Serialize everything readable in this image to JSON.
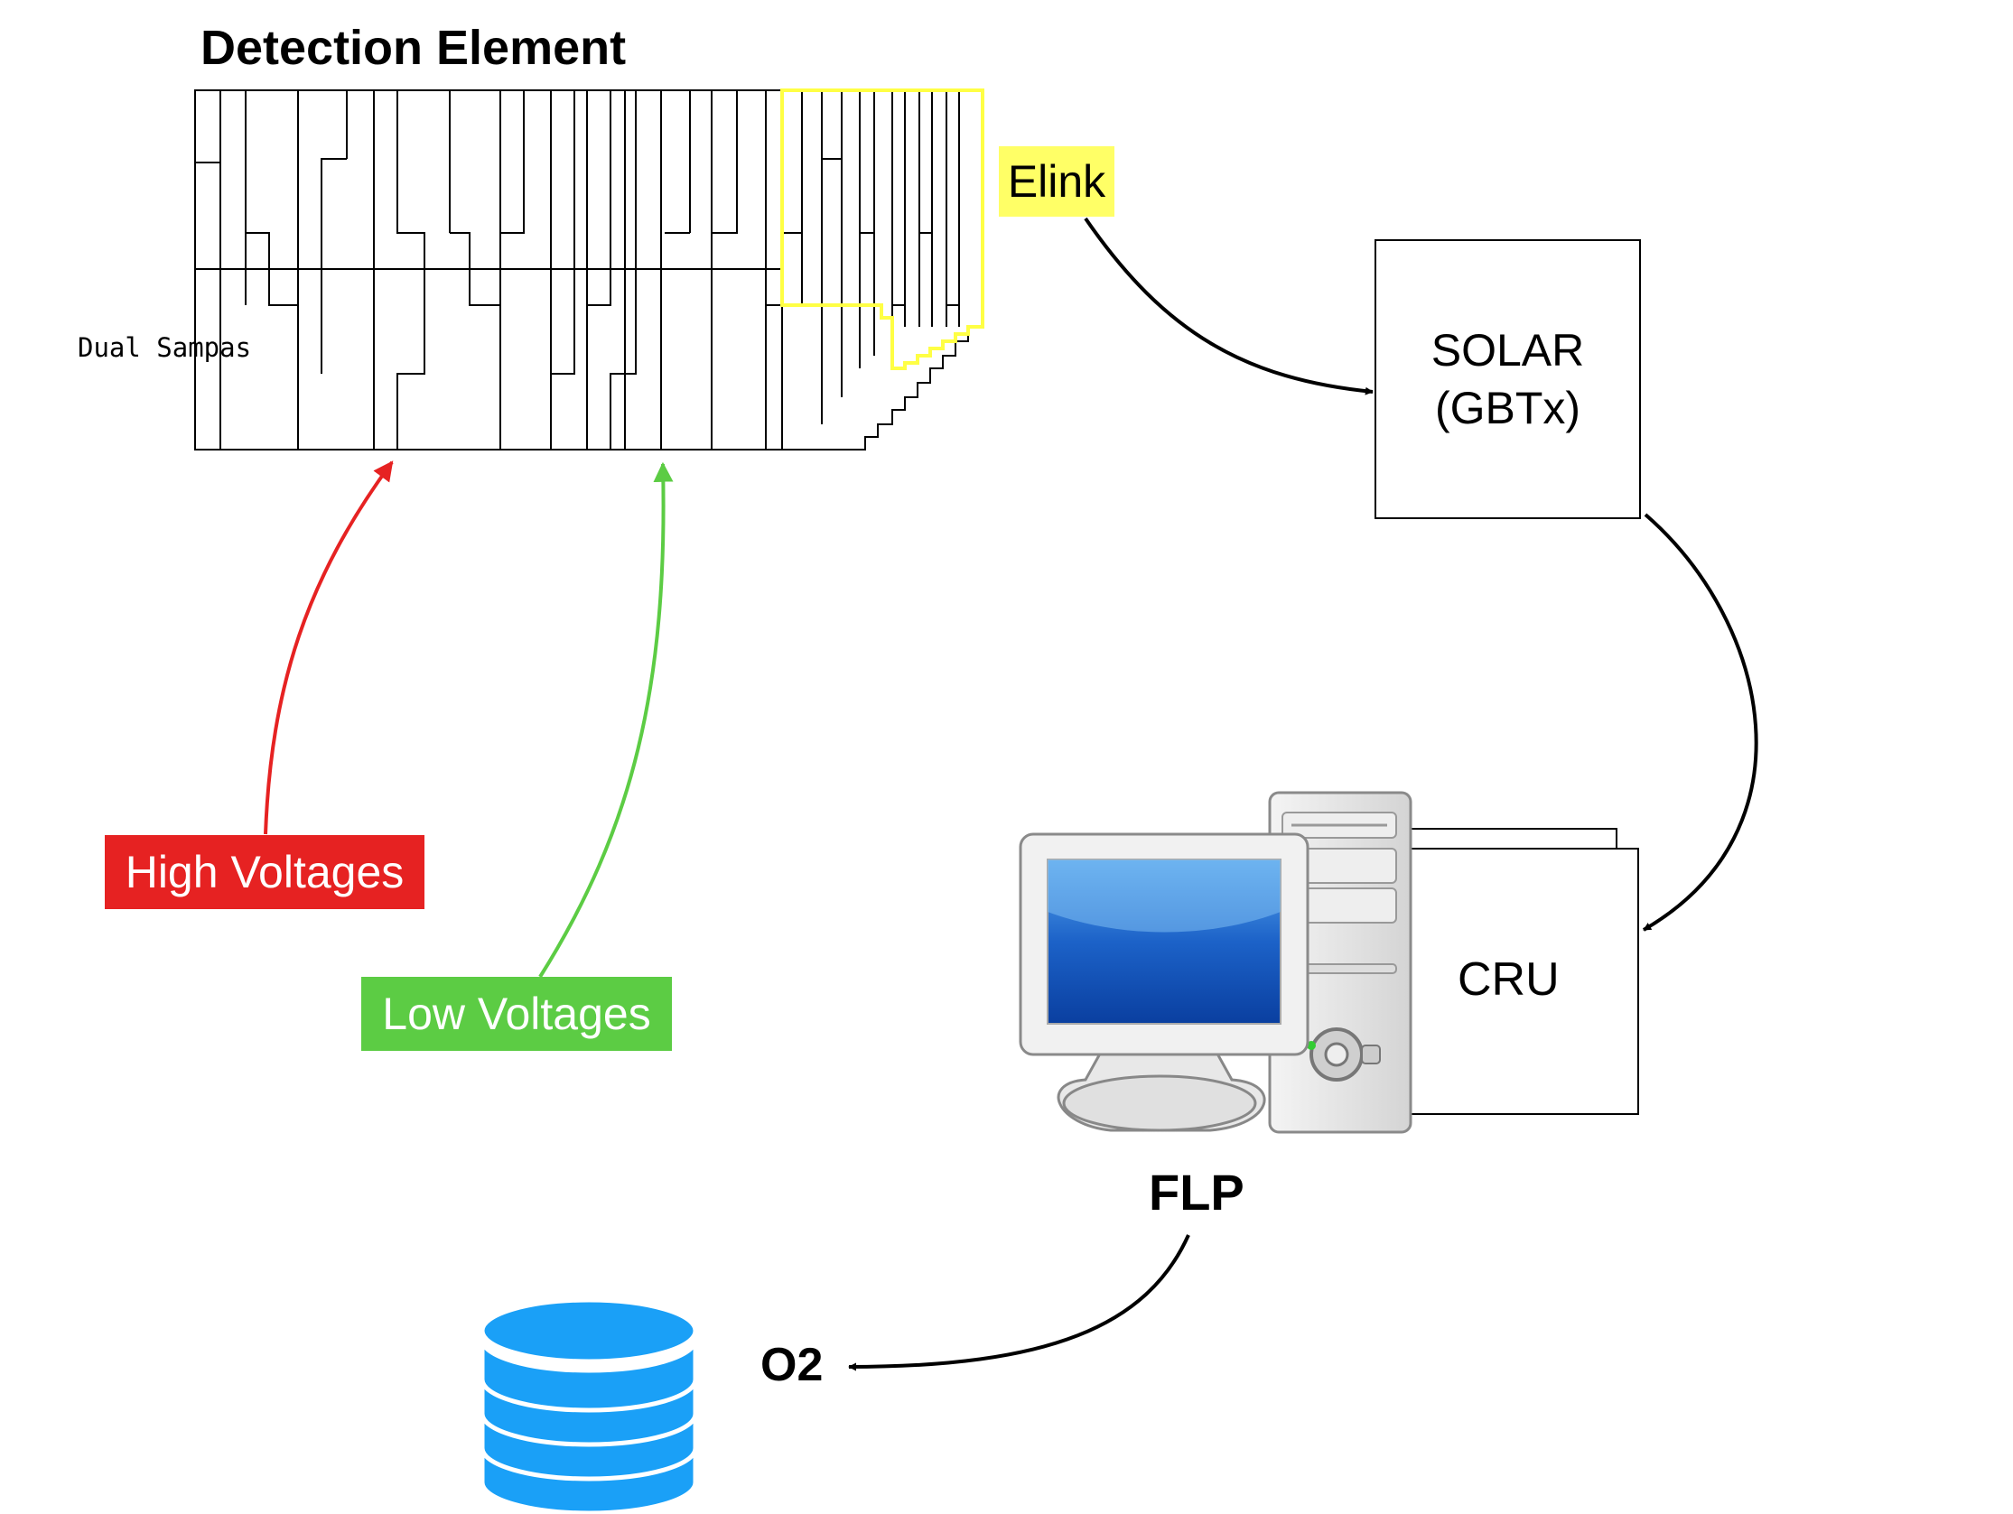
{
  "title": "Detection Element",
  "dual_sampas_label": "Dual Sampas",
  "elink_label": "Elink",
  "solar": {
    "line1": "SOLAR",
    "line2": "(GBTx)"
  },
  "cru_label": "CRU",
  "flp_label": "FLP",
  "o2_label": "O2",
  "high_voltages_label": "High Voltages",
  "low_voltages_label": "Low Voltages",
  "colors": {
    "elink_highlight": "#ffff66",
    "high_voltage": "#e62222",
    "low_voltage": "#5ccc44",
    "database": "#1aa0f7",
    "arrows": "#000000"
  },
  "icons": [
    "computer-icon",
    "database-icon"
  ]
}
